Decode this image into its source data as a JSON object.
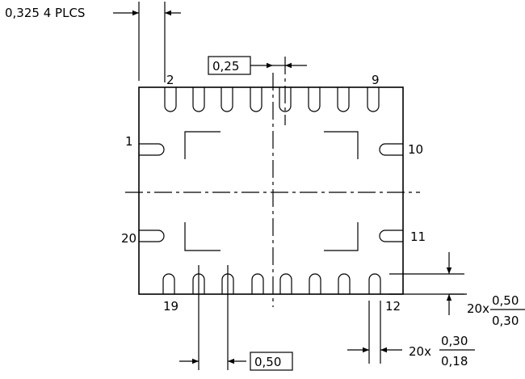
{
  "pitch_callout": {
    "value": "0,325",
    "note": "4 PLCS"
  },
  "pad_spacing_box": "0,25",
  "pitch_box": "0,50",
  "pins": {
    "p1": "1",
    "p2": "2",
    "p9": "9",
    "p10": "10",
    "p11": "11",
    "p12": "12",
    "p19": "19",
    "p20": "20"
  },
  "pad_length": {
    "count": "20x",
    "max": "0,50",
    "min": "0,30"
  },
  "pad_width": {
    "count": "20x",
    "max": "0,30",
    "min": "0,18"
  }
}
